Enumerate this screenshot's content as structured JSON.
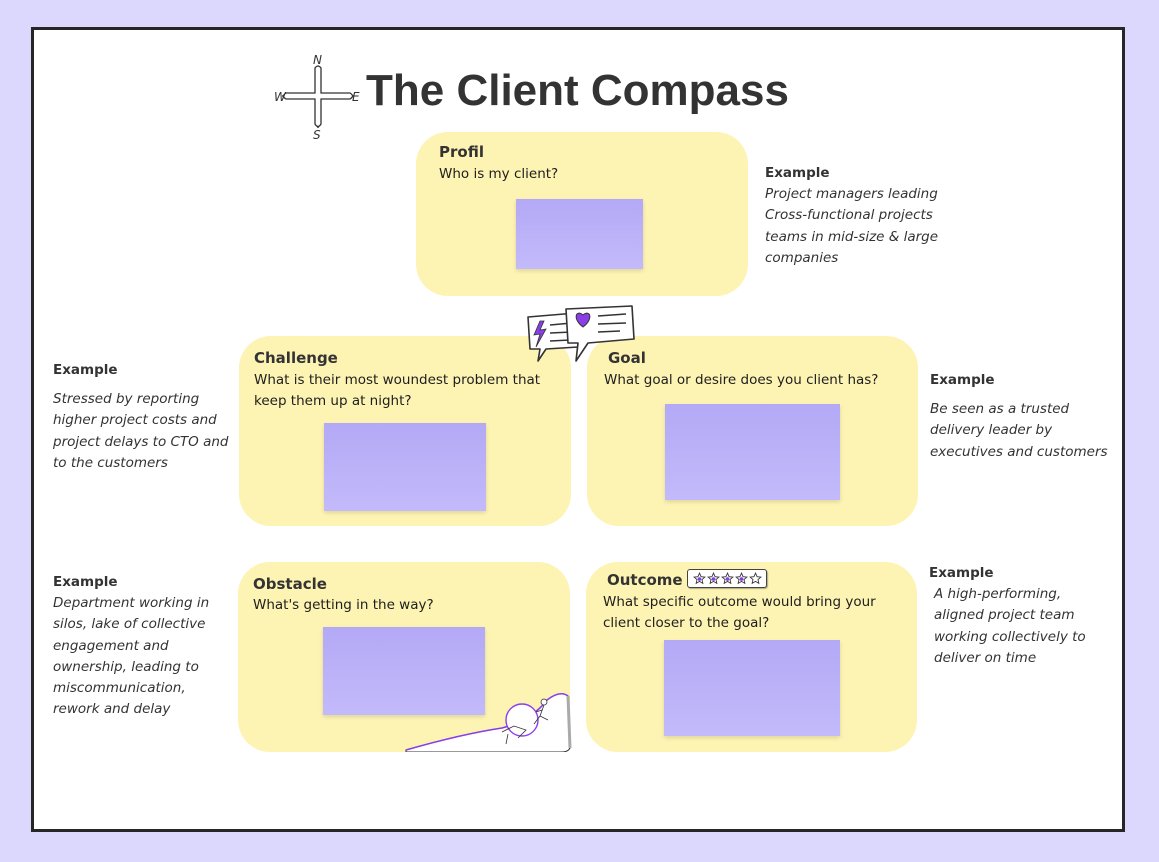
{
  "title": "The Client Compass",
  "compass": {
    "n": "N",
    "s": "S",
    "e": "E",
    "w": "W"
  },
  "colors": {
    "background": "#dcd8fd",
    "card": "#fdf3b3",
    "sticky": "#b8aefa",
    "accent": "#8a3ee8"
  },
  "cards": {
    "profil": {
      "title": "Profil",
      "question": "Who is my client?"
    },
    "challenge": {
      "title": "Challenge",
      "question": "What is their most woundest problem that keep them up at night?"
    },
    "goal": {
      "title": "Goal",
      "question": "What goal or desire does you client has?"
    },
    "obstacle": {
      "title": "Obstacle",
      "question": "What's getting in the way?"
    },
    "outcome": {
      "title": "Outcome",
      "question": "What specific outcome would bring your client closer to the goal?",
      "rating": {
        "value": 4,
        "max": 5
      }
    }
  },
  "examples": {
    "profil": {
      "label": "Example",
      "text": "Project managers leading\nCross-functional projects\nteams in mid-size  & large\ncompanies"
    },
    "challenge": {
      "label": "Example",
      "text": "Stressed by reporting\nhigher project costs and\nproject delays to CTO and\nto the customers"
    },
    "goal": {
      "label": "Example",
      "text": "Be seen as a trusted\ndelivery leader by\nexecutives and customers"
    },
    "obstacle": {
      "label": "Example",
      "text": "Department working in\nsilos, lake of collective\nengagement and\nownership, leading to\nmiscommunication,\nrework and delay"
    },
    "outcome": {
      "label": "Example",
      "text": "A high-performing,\naligned project team\nworking collectively to\ndeliver on time"
    }
  }
}
